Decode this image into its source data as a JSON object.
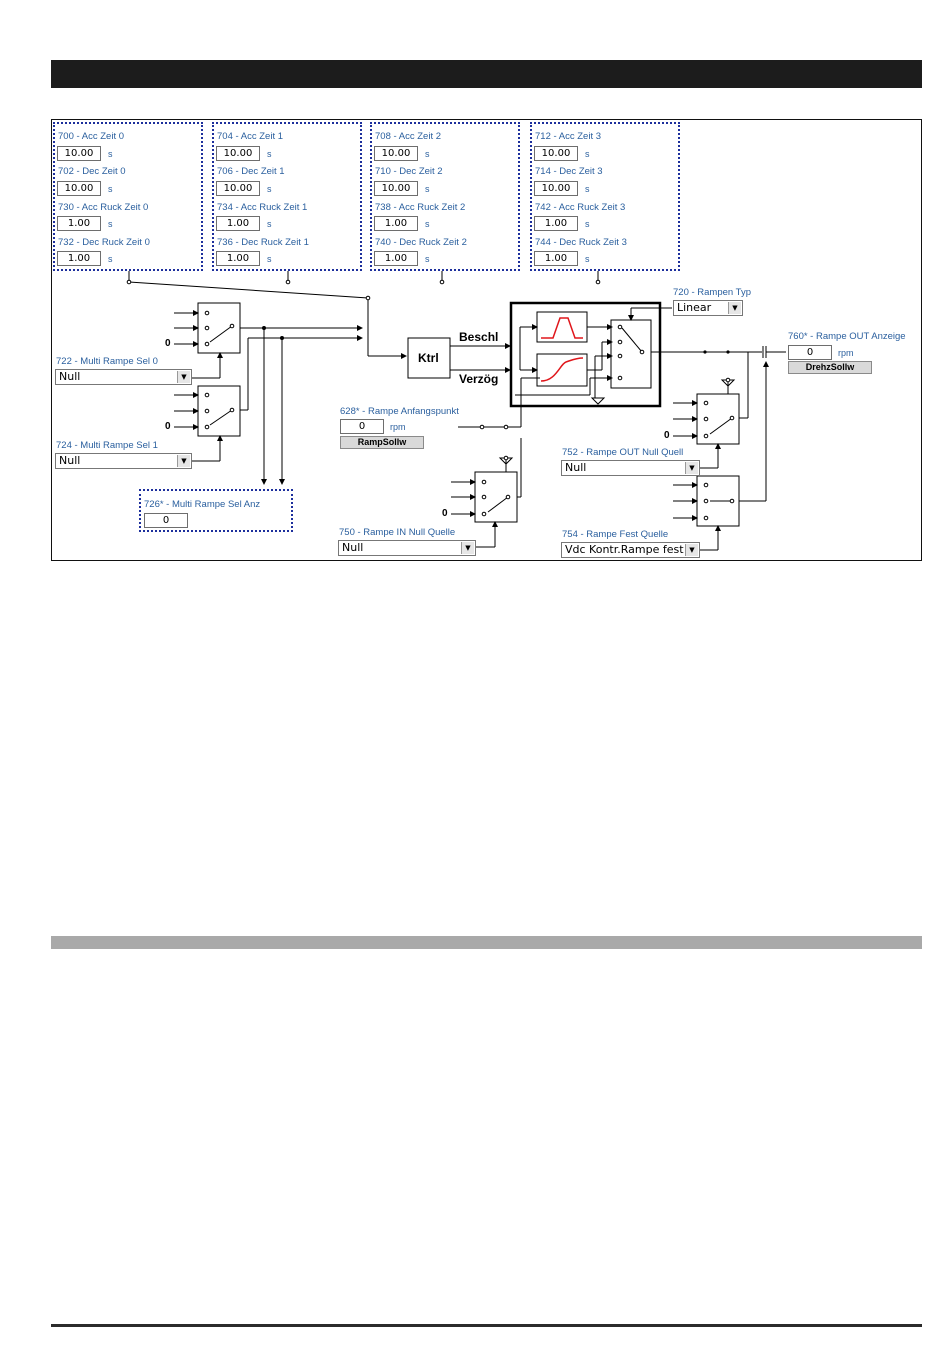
{
  "groups": [
    {
      "params": [
        {
          "label": "700 - Acc Zeit 0",
          "value": "10.00",
          "unit": "s"
        },
        {
          "label": "702 - Dec Zeit 0",
          "value": "10.00",
          "unit": "s"
        },
        {
          "label": "730 - Acc Ruck Zeit 0",
          "value": "1.00",
          "unit": "s"
        },
        {
          "label": "732 - Dec Ruck Zeit 0",
          "value": "1.00",
          "unit": "s"
        }
      ]
    },
    {
      "params": [
        {
          "label": "704 - Acc Zeit 1",
          "value": "10.00",
          "unit": "s"
        },
        {
          "label": "706 - Dec Zeit 1",
          "value": "10.00",
          "unit": "s"
        },
        {
          "label": "734 - Acc Ruck Zeit 1",
          "value": "1.00",
          "unit": "s"
        },
        {
          "label": "736 - Dec Ruck Zeit 1",
          "value": "1.00",
          "unit": "s"
        }
      ]
    },
    {
      "params": [
        {
          "label": "708 - Acc Zeit 2",
          "value": "10.00",
          "unit": "s"
        },
        {
          "label": "710 - Dec Zeit 2",
          "value": "10.00",
          "unit": "s"
        },
        {
          "label": "738 - Acc Ruck Zeit 2",
          "value": "1.00",
          "unit": "s"
        },
        {
          "label": "740 - Dec Ruck Zeit 2",
          "value": "1.00",
          "unit": "s"
        }
      ]
    },
    {
      "params": [
        {
          "label": "712 - Acc Zeit 3",
          "value": "10.00",
          "unit": "s"
        },
        {
          "label": "714 - Dec Zeit 3",
          "value": "10.00",
          "unit": "s"
        },
        {
          "label": "742 - Acc Ruck Zeit 3",
          "value": "1.00",
          "unit": "s"
        },
        {
          "label": "744 - Dec Ruck Zeit 3",
          "value": "1.00",
          "unit": "s"
        }
      ]
    }
  ],
  "multi_rampe_sel_0": {
    "label": "722 - Multi Rampe Sel 0",
    "value": "Null"
  },
  "multi_rampe_sel_1": {
    "label": "724 - Multi Rampe Sel 1",
    "value": "Null"
  },
  "multi_rampe_sel_anz": {
    "label": "726* - Multi Rampe Sel Anz",
    "value": "0"
  },
  "ktrl_label": "Ktrl",
  "beschl_label": "Beschl",
  "verzog_label": "Verzög",
  "rampen_typ": {
    "label": "720 - Rampen Typ",
    "value": "Linear"
  },
  "rampe_out_anzeige": {
    "label": "760* - Rampe OUT Anzeige",
    "value": "0",
    "unit": "rpm",
    "button": "DrehzSollw"
  },
  "rampe_anfangspunkt": {
    "label": "628* - Rampe Anfangspunkt",
    "value": "0",
    "unit": "rpm",
    "button": "RampSollw"
  },
  "rampe_in_null_quelle": {
    "label": "750 - Rampe IN Null Quelle",
    "value": "Null"
  },
  "rampe_out_null_quell": {
    "label": "752 - Rampe OUT Null Quell",
    "value": "Null"
  },
  "rampe_fest_quelle": {
    "label": "754 - Rampe Fest Quelle",
    "value": "Vdc Kontr.Rampe fest"
  },
  "zero_label": "0",
  "colors": {
    "param_label": "#2a5f9e",
    "group_border": "#1d2f9c",
    "ramp_curve": "#e0161b"
  }
}
